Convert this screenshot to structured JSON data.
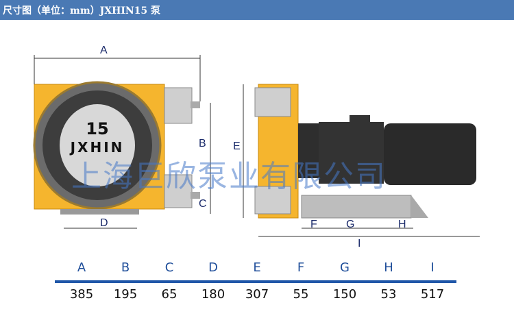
{
  "header": {
    "title": "尺寸图（单位：mm）JXHIN15 泵"
  },
  "pump_label": {
    "model": "15",
    "brand": "JXHIN"
  },
  "watermark": "上海巨欣泵业有限公司",
  "dimension_labels": [
    "A",
    "B",
    "C",
    "D",
    "E",
    "F",
    "G",
    "H",
    "I"
  ],
  "table": {
    "headers": [
      "A",
      "B",
      "C",
      "D",
      "E",
      "F",
      "G",
      "H",
      "I"
    ],
    "values": [
      "385",
      "195",
      "65",
      "180",
      "307",
      "55",
      "150",
      "53",
      "517"
    ]
  },
  "colors": {
    "header": "#4a79b4",
    "pump_body": "#f5b52e",
    "accent_line": "#1f56a8"
  }
}
